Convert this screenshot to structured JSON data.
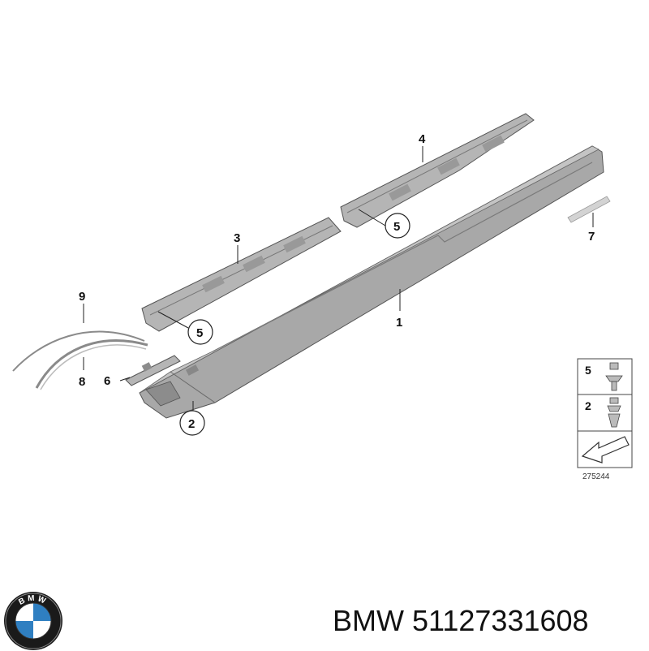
{
  "callouts": {
    "c1": "1",
    "c2": "2",
    "c3": "3",
    "c4": "4",
    "c5a": "5",
    "c5b": "5",
    "c6": "6",
    "c7": "7",
    "c8": "8",
    "c9": "9"
  },
  "legend": {
    "row1": "5",
    "row2": "2"
  },
  "reference_number": "275244",
  "caption": {
    "brand": "BMW",
    "part_number": "51127331608"
  },
  "logo": {
    "letters": "BMW",
    "colors": {
      "ring": "#1a1a1a",
      "blue": "#2f7fc1",
      "white": "#ffffff"
    }
  },
  "colors": {
    "part_fill": "#a9a9a9",
    "part_dark": "#7a7a7a",
    "line": "#333333"
  }
}
